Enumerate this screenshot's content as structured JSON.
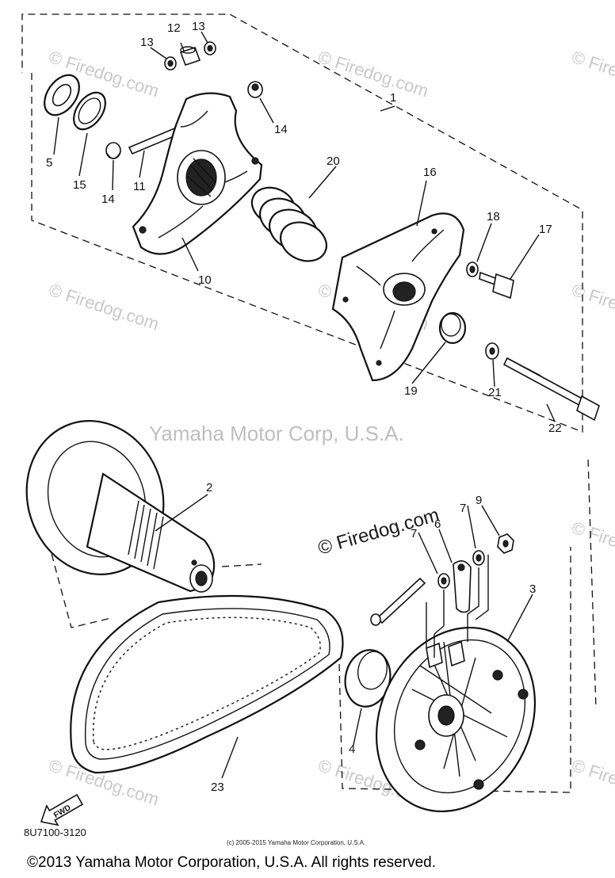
{
  "watermarks": {
    "main": "Yamaha Motor Corp, U.S.A.",
    "firedog_prominent": "© Firedog.com",
    "firedog_faint": "© Firedog.com"
  },
  "diagram_code": "8U7100-3120",
  "small_copyright": "(c) 2005-2015 Yamaha Motor Corporation, U.S.A.",
  "footer_copyright": "©2013 Yamaha Motor Corporation, U.S.A. All rights reserved.",
  "fwd_arrow": "FWD",
  "callouts": [
    "1",
    "2",
    "3",
    "4",
    "5",
    "6",
    "7",
    "7",
    "9",
    "10",
    "11",
    "12",
    "13",
    "13",
    "14",
    "14",
    "15",
    "16",
    "17",
    "18",
    "19",
    "20",
    "21",
    "22",
    "23"
  ]
}
